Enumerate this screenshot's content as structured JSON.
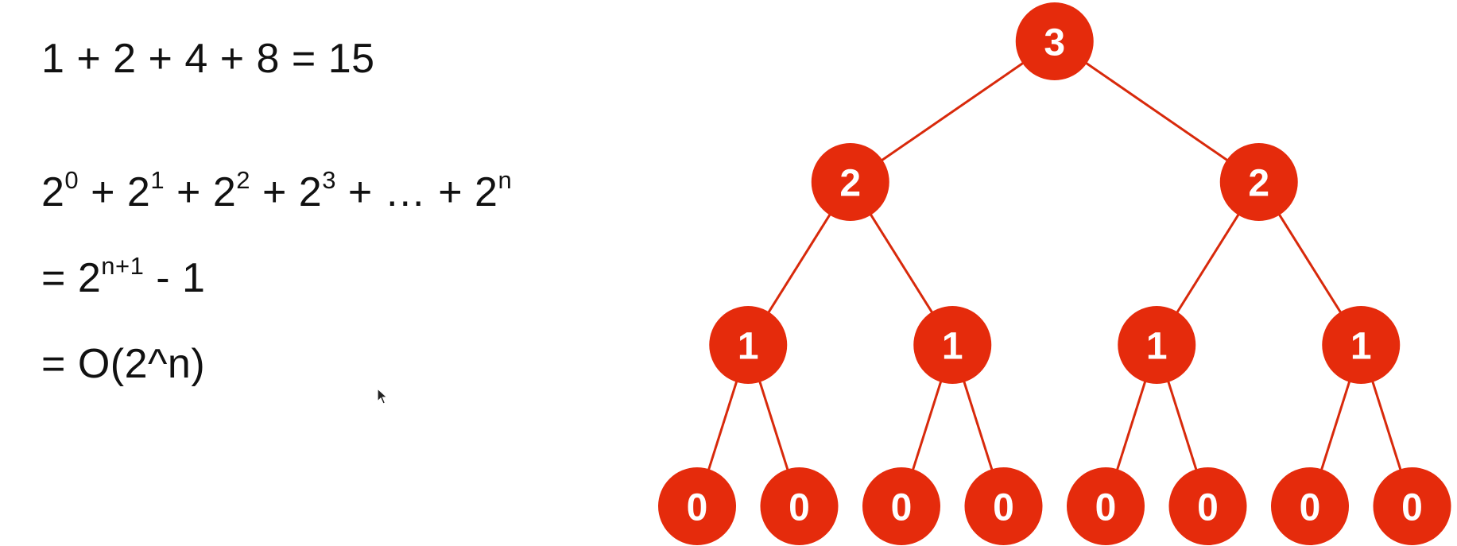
{
  "colors": {
    "node_fill": "#E52B0C",
    "edge": "#D8290B",
    "node_label": "#FFFFFF",
    "text": "#111111"
  },
  "equations": {
    "line1": "1 + 2 + 4 + 8 = 15",
    "line2": {
      "t1": "2",
      "e1": "0",
      "t2": " + 2",
      "e2": "1",
      "t3": " + 2",
      "e3": "2",
      "t4": " + 2",
      "e4": "3",
      "t5": " + … + 2",
      "e5": "n"
    },
    "line3": {
      "t1": "= 2",
      "e1": "n+1",
      "t2": " - 1"
    },
    "line4": "= O(2^n)"
  },
  "tree": {
    "nodes": [
      {
        "id": "n0",
        "label": "3",
        "depth": 0
      },
      {
        "id": "n1",
        "label": "2",
        "depth": 1,
        "parent": "n0"
      },
      {
        "id": "n2",
        "label": "2",
        "depth": 1,
        "parent": "n0"
      },
      {
        "id": "n3",
        "label": "1",
        "depth": 2,
        "parent": "n1"
      },
      {
        "id": "n4",
        "label": "1",
        "depth": 2,
        "parent": "n1"
      },
      {
        "id": "n5",
        "label": "1",
        "depth": 2,
        "parent": "n2"
      },
      {
        "id": "n6",
        "label": "1",
        "depth": 2,
        "parent": "n2"
      },
      {
        "id": "n7",
        "label": "0",
        "depth": 3,
        "parent": "n3"
      },
      {
        "id": "n8",
        "label": "0",
        "depth": 3,
        "parent": "n3"
      },
      {
        "id": "n9",
        "label": "0",
        "depth": 3,
        "parent": "n4"
      },
      {
        "id": "n10",
        "label": "0",
        "depth": 3,
        "parent": "n4"
      },
      {
        "id": "n11",
        "label": "0",
        "depth": 3,
        "parent": "n5"
      },
      {
        "id": "n12",
        "label": "0",
        "depth": 3,
        "parent": "n5"
      },
      {
        "id": "n13",
        "label": "0",
        "depth": 3,
        "parent": "n6"
      },
      {
        "id": "n14",
        "label": "0",
        "depth": 3,
        "parent": "n6"
      }
    ]
  }
}
